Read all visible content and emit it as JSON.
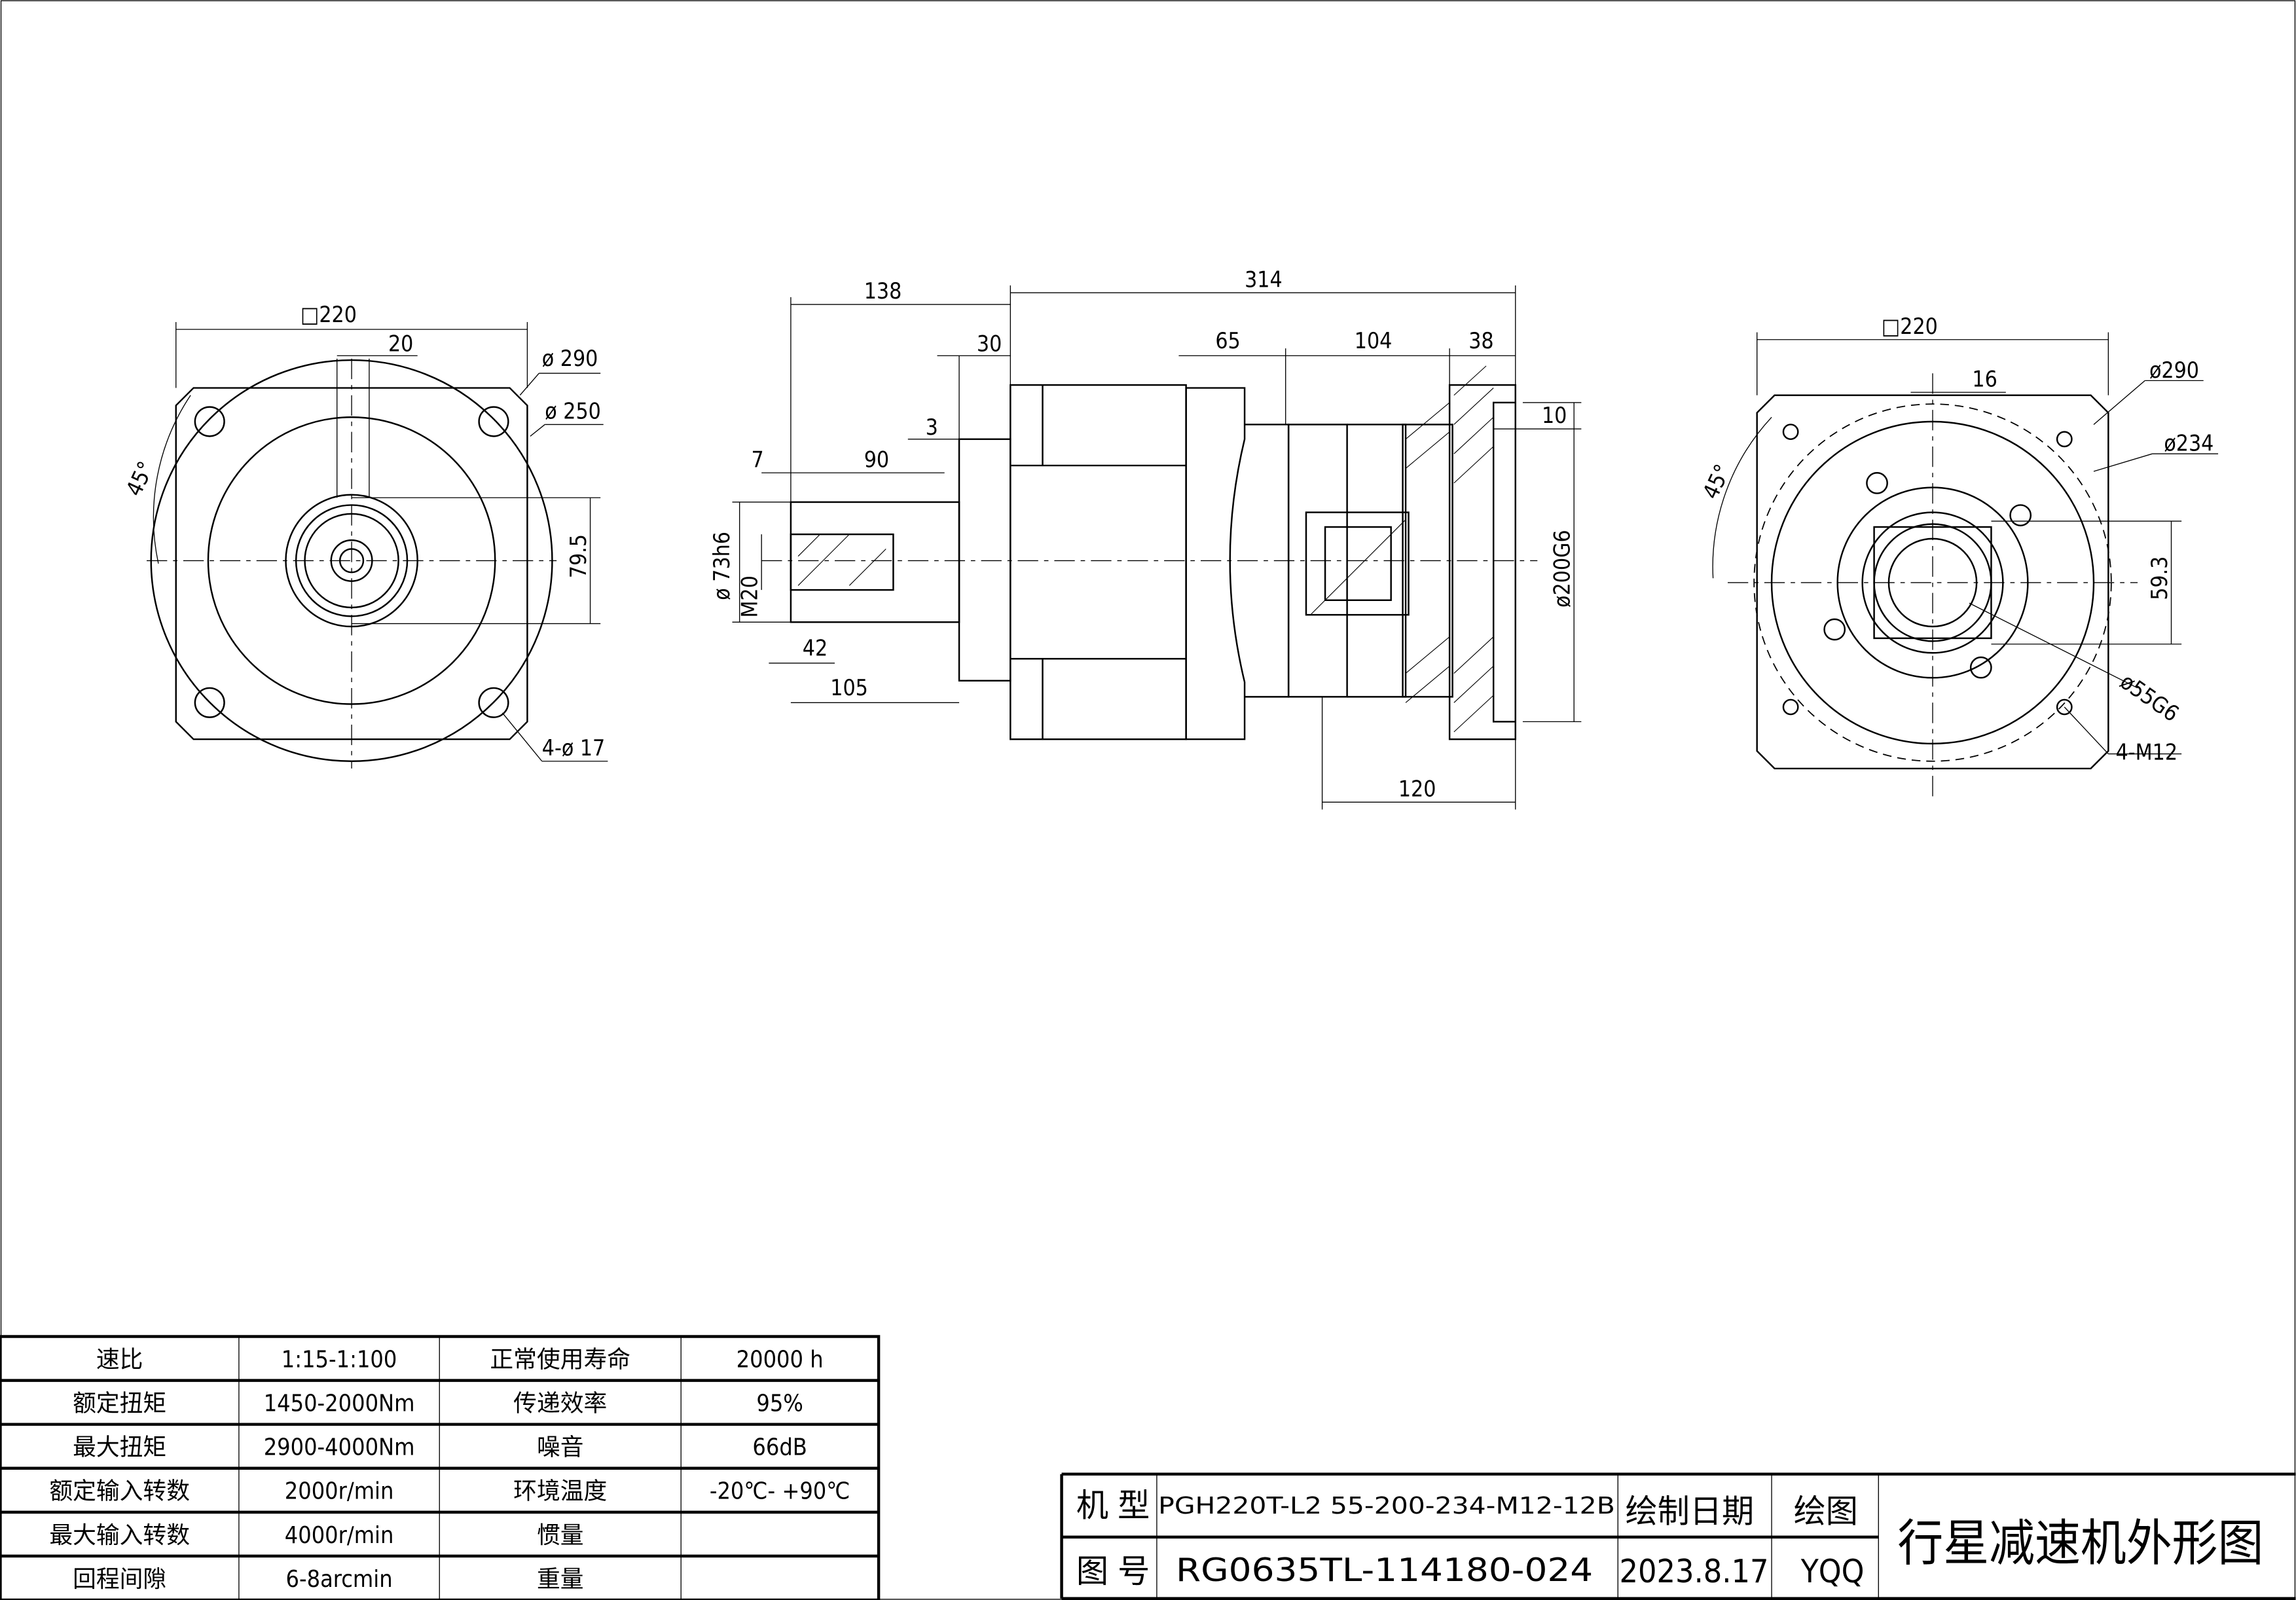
{
  "left_view": {
    "square": "□220",
    "key_width": "20",
    "dia_outer": "ø 290",
    "dia_pitch": "ø 250",
    "angle": "45°",
    "key_height": "79.5",
    "holes": "4-ø 17"
  },
  "side_view": {
    "overall_input": "138",
    "overall_length": "314",
    "d30": "30",
    "d65": "65",
    "d104": "104",
    "d38": "38",
    "d3": "3",
    "d10": "10",
    "d7": "7",
    "d90": "90",
    "shaft_dia": "ø 73h6",
    "thread": "M20",
    "pilot": "ø200G6",
    "d42": "42",
    "d105": "105",
    "d120": "120"
  },
  "right_view": {
    "square": "□220",
    "key": "16",
    "dia_outer": "ø290",
    "dia_pcd": "ø234",
    "angle": "45°",
    "dim": "59.3",
    "bore": "ø55G6",
    "holes": "4-M12"
  },
  "spec_table": {
    "rows": [
      [
        "速比",
        "1:15-1:100",
        "正常使用寿命",
        "20000  h"
      ],
      [
        "额定扭矩",
        "1450-2000Nm",
        "传递效率",
        "95%"
      ],
      [
        "最大扭矩",
        "2900-4000Nm",
        "噪音",
        "66dB"
      ],
      [
        "额定输入转数",
        "2000r/min",
        "环境温度",
        "-20℃-  +90℃"
      ],
      [
        "最大输入转数",
        "4000r/min",
        "惯量",
        ""
      ],
      [
        "回程间隙",
        "6-8arcmin",
        "重量",
        ""
      ]
    ]
  },
  "title_block": {
    "model_label": "机 型",
    "model": "PGH220T-L2 55-200-234-M12-12B",
    "date_label": "绘制日期",
    "drawer_label": "绘图",
    "drawing_no_label": "图 号",
    "drawing_no": "RG0635TL-114180-024",
    "date": "2023.8.17",
    "drawer": "YQQ",
    "title": "行星减速机外形图"
  }
}
